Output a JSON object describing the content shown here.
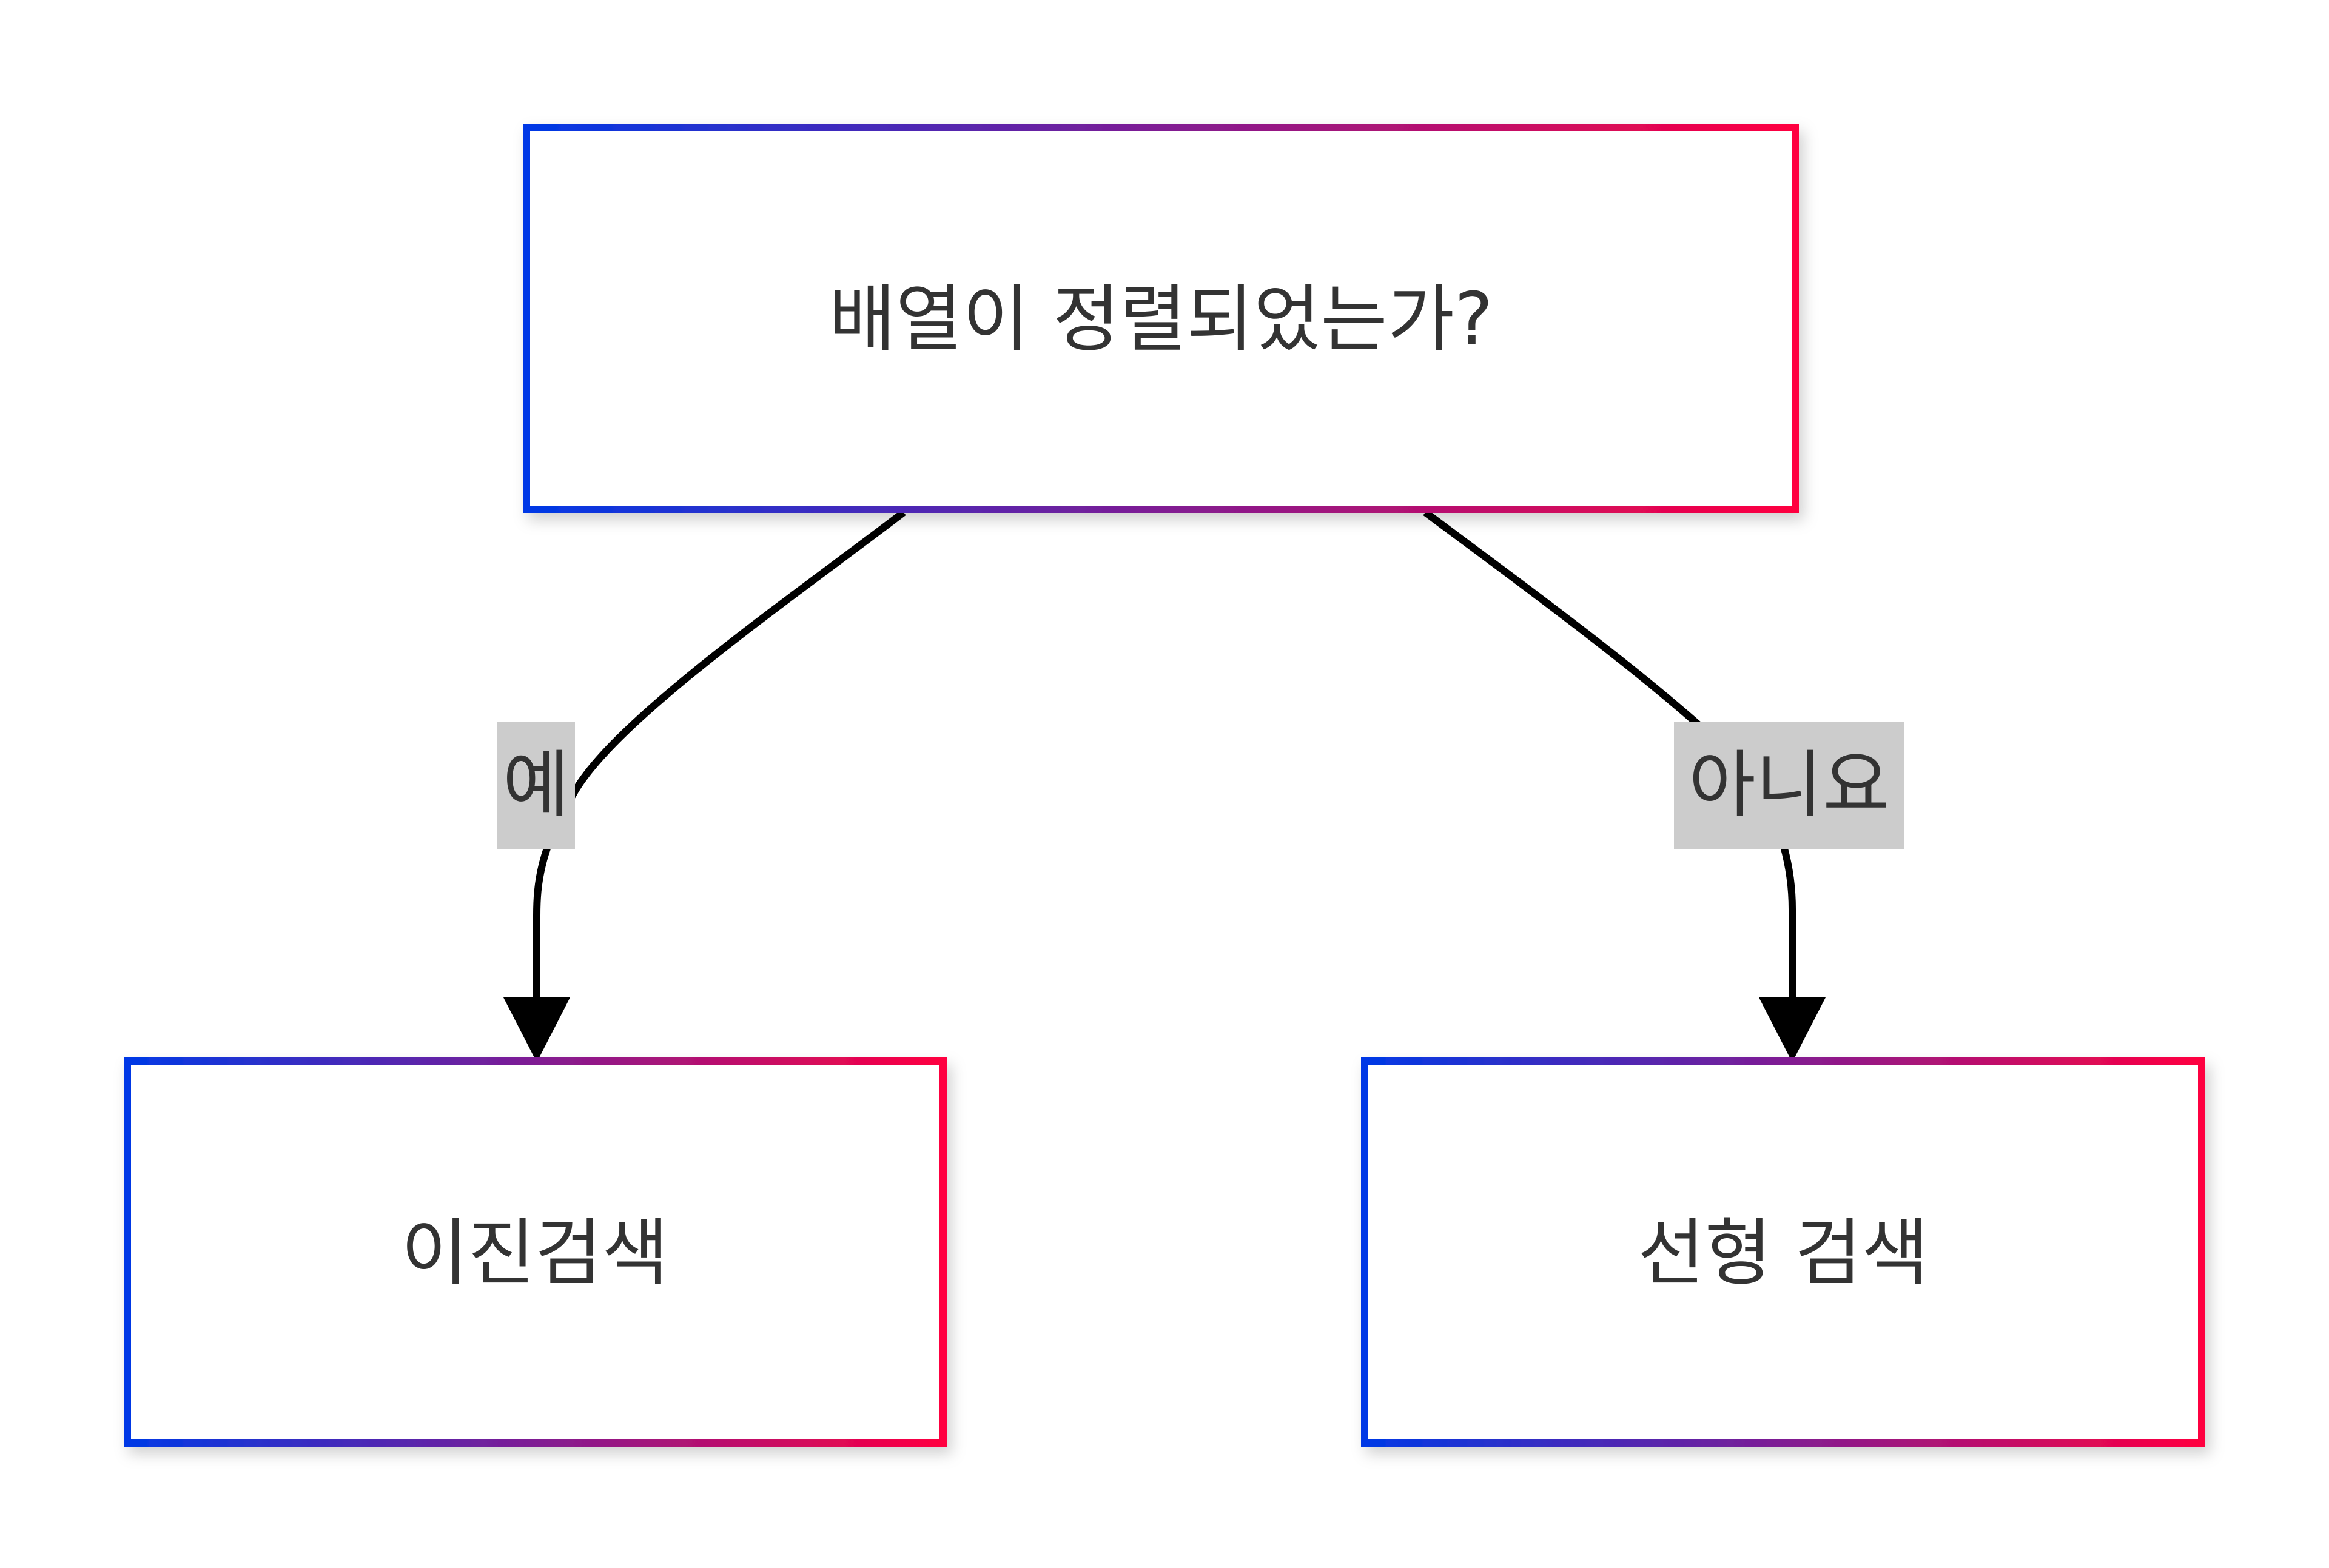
{
  "diagram": {
    "nodes": {
      "question": {
        "label": "배열이 정렬되었는가?"
      },
      "binary": {
        "label": "이진검색"
      },
      "linear": {
        "label": "선형 검색"
      }
    },
    "edges": {
      "yes": {
        "label": "예"
      },
      "no": {
        "label": "아니요"
      }
    }
  },
  "colors": {
    "gradient_start": "#0039e6",
    "gradient_end": "#ff0040",
    "edge": "#000000",
    "edge_label_bg": "#cccccc",
    "text": "#333333",
    "node_fill": "#ffffff"
  }
}
